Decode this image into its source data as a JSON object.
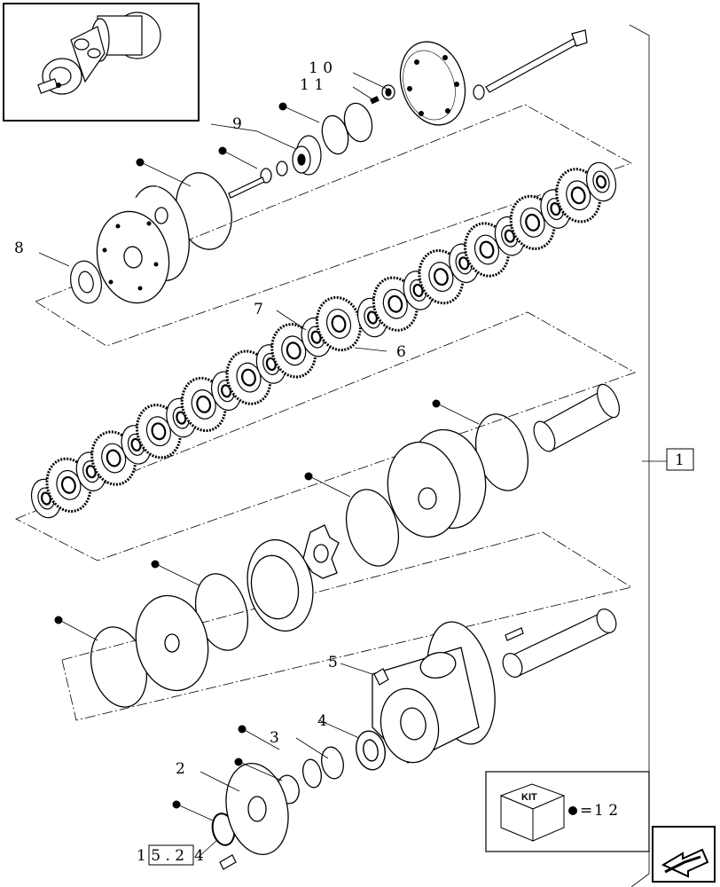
{
  "diagram": {
    "callouts": {
      "c1": "1",
      "c2": "2",
      "c3": "3",
      "c4": "4",
      "c5": "5",
      "c6": "6",
      "c7": "7",
      "c8": "8",
      "c9": "9",
      "c10": "1 0",
      "c11": "1 1"
    },
    "group_ref_box": "1",
    "page_ref": "1 5 . 2",
    "page_ref_tail": "4",
    "kit_legend": {
      "kit_label": "KIT",
      "equals": "=",
      "value": "1 2"
    },
    "nav_icon": "arrow-next-icon"
  }
}
